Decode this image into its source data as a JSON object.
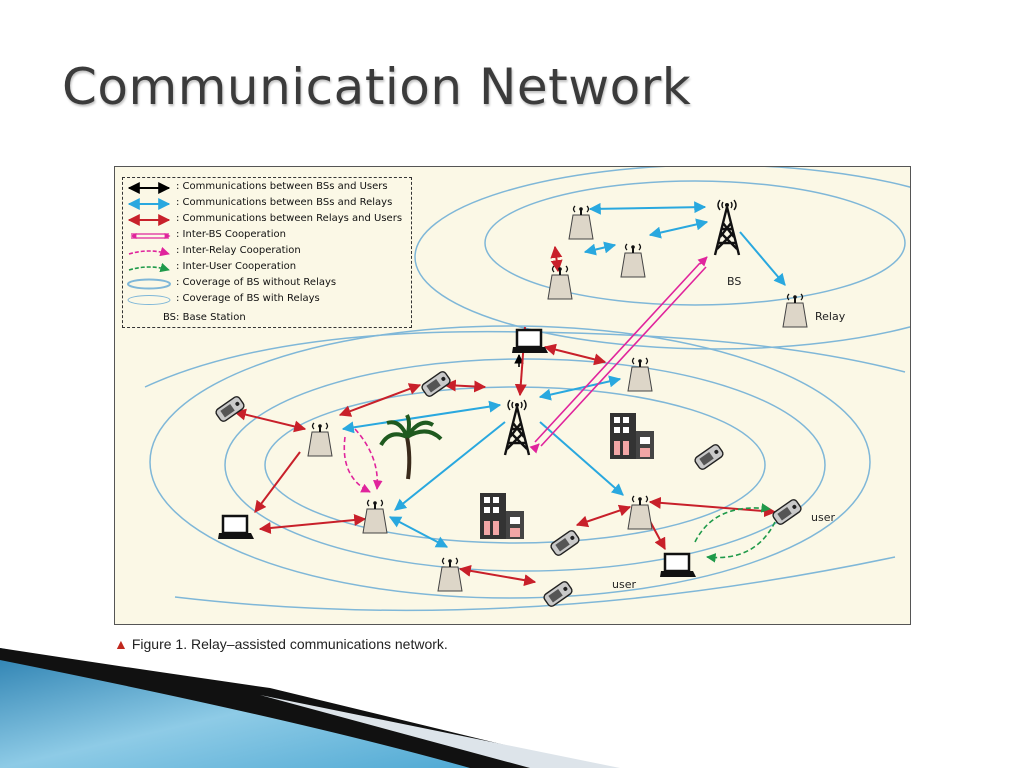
{
  "slide": {
    "title": "Communication Network"
  },
  "legend": {
    "items": [
      {
        "label": ": Communications between BSs and Users",
        "color": "#000000",
        "style": "solid-arrow"
      },
      {
        "label": ": Communications between BSs and Relays",
        "color": "#29a8df",
        "style": "solid-arrow"
      },
      {
        "label": ": Communications between Relays and Users",
        "color": "#c8202a",
        "style": "solid-arrow"
      },
      {
        "label": ": Inter-BS Cooperation",
        "color": "#e0249c",
        "style": "double-arrow"
      },
      {
        "label": ": Inter-Relay Cooperation",
        "color": "#e0249c",
        "style": "dashed-arrow"
      },
      {
        "label": ": Inter-User Cooperation",
        "color": "#1f9a4a",
        "style": "dashed-arrow"
      },
      {
        "label": ": Coverage of BS without Relays",
        "color": "#7fb7d8",
        "style": "ellipse"
      },
      {
        "label": ": Coverage of BS with Relays",
        "color": "#7fb7d8",
        "style": "ellipse"
      }
    ],
    "footer": "BS: Base Station"
  },
  "labels": {
    "bs": "BS",
    "relay": "Relay",
    "user1": "user",
    "user2": "user"
  },
  "caption": {
    "marker": "▲",
    "text": "Figure 1. Relay–assisted communications network."
  },
  "colors": {
    "bs_user": "#000000",
    "bs_relay": "#29a8df",
    "relay_user": "#c8202a",
    "inter_bs": "#e0249c",
    "inter_relay": "#e0249c",
    "inter_user": "#1f9a4a",
    "coverage": "#7fb7d8"
  }
}
